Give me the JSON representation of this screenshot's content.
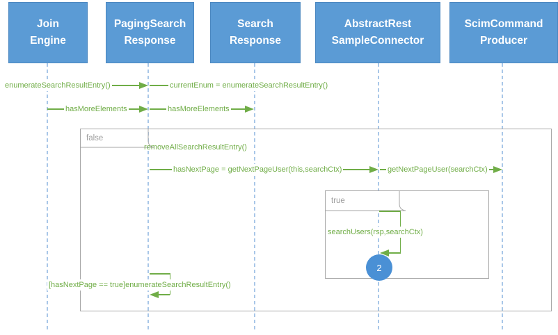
{
  "diagram": {
    "participants": [
      {
        "label": "Join\nEngine"
      },
      {
        "label": "PagingSearch\nResponse"
      },
      {
        "label": "Search\nResponse"
      },
      {
        "label": "AbstractRest\nSampleConnector"
      },
      {
        "label": "ScimCommand\nProducer"
      }
    ],
    "messages": {
      "enumerate": "enumerateSearchResultEntry()",
      "current_enum": "currentEnum = enumerateSearchResultEntry()",
      "has_more_1": "hasMoreElements",
      "has_more_2": "hasMoreElements",
      "remove_all": "removeAllSearchResultEntry()",
      "has_next_page": "hasNextPage = getNextPageUser(this,searchCtx)",
      "get_next_page": "getNextPageUser(searchCtx)",
      "search_users": "searchUsers(rsp,searchCtx)",
      "loop_back": "[hasNextPage == true]enumerateSearchResultEntry()"
    },
    "frames": [
      {
        "label": "false"
      },
      {
        "label": "true"
      }
    ],
    "ref_circle": {
      "label": "2"
    },
    "colors": {
      "header-blue": "#5b9bd5",
      "header-border": "#4a87c0",
      "lifeline-blue": "#a9c7e8",
      "green": "#70ad47",
      "frame-gray": "#a6a6a6",
      "label-gray": "#9d9d9d",
      "circle-blue": "#4a90d5",
      "white": "#ffffff"
    }
  }
}
